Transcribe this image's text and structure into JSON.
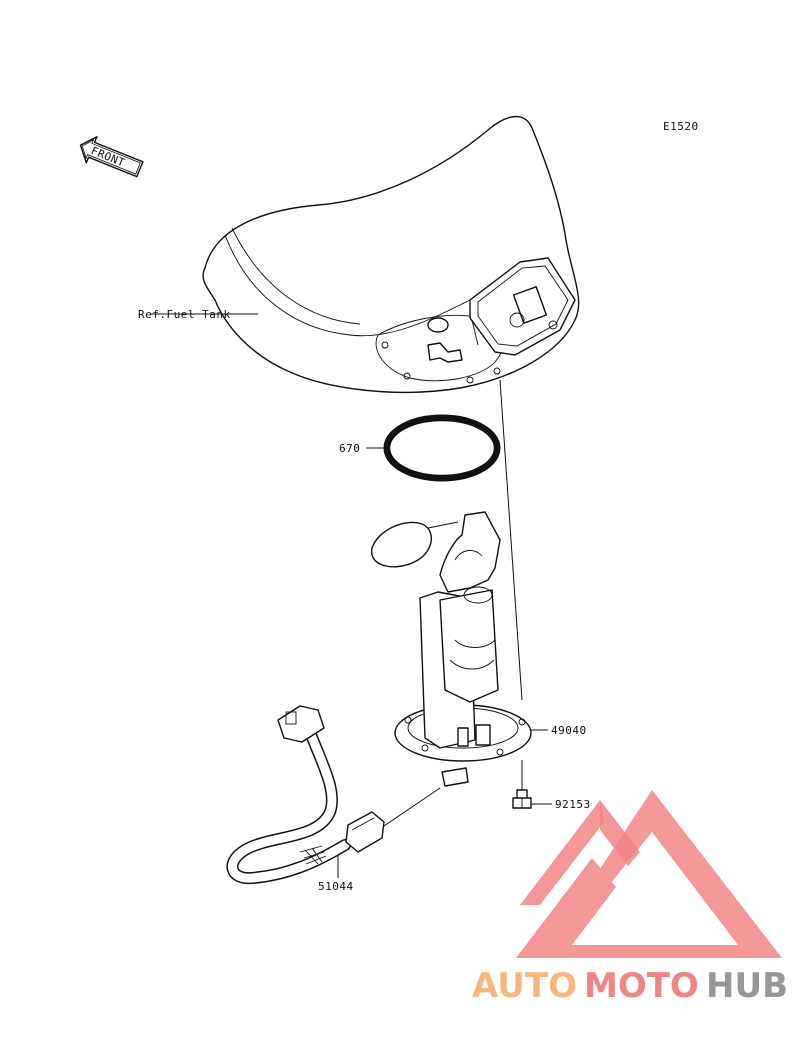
{
  "diagram_code": "E1520",
  "front_label": "FRONT",
  "parts": {
    "fuel_tank_ref": "Ref.Fuel Tank",
    "gasket": "670",
    "pump_assembly": "49040",
    "bolt": "92153",
    "hose": "51044"
  },
  "watermark": {
    "text_orange": "AUTO",
    "text_red": "MOTO",
    "text_grey": "HUB",
    "colors": {
      "orange": "#f5b070",
      "red": "#f07878",
      "grey": "#8c8c8c",
      "triangle": "#f07878"
    }
  }
}
